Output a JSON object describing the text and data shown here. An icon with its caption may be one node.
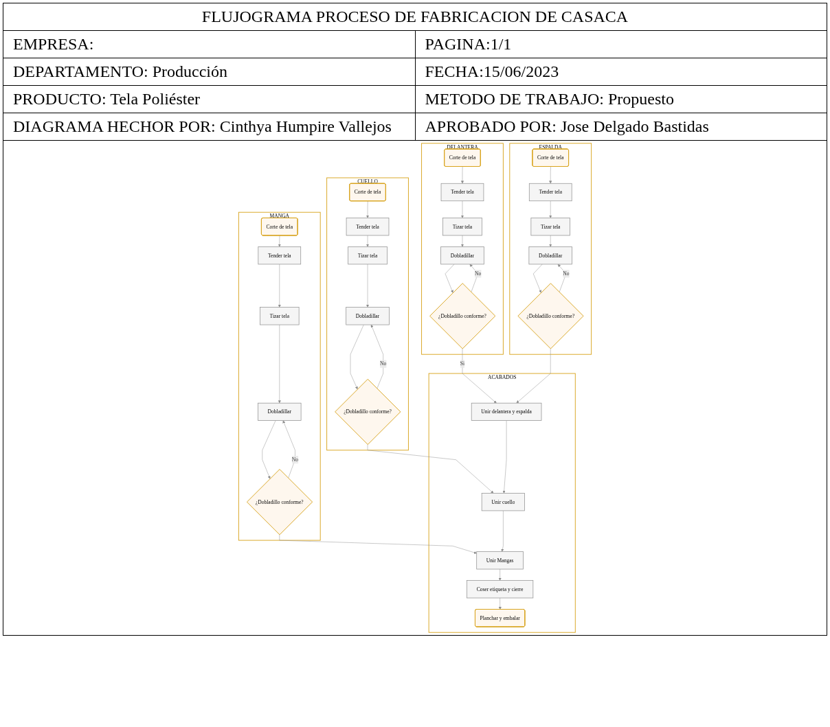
{
  "diagram": {
    "title": "FLUJOGRAMA PROCESO DE FABRICACION DE CASACA",
    "nodes": [
      {
        "text": [
          "MANGA"
        ]
      },
      {
        "text": [
          "Corte de tela"
        ],
        "in": 0
      },
      {
        "text": [
          "Tender tela"
        ],
        "in": 0
      },
      {
        "text": [
          "Tizar tela"
        ],
        "in": 0
      },
      {
        "text": [
          "Dobladillar"
        ],
        "in": 0
      },
      {
        "text": [
          "¿Dobladillo conforme?"
        ],
        "in": 0
      },
      {
        "text": [
          "CUELLO"
        ]
      },
      {
        "text": [
          "Corte de tela"
        ],
        "in": 6
      },
      {
        "text": [
          "Tender tela"
        ],
        "in": 6
      },
      {
        "text": [
          "Tizar tela"
        ],
        "in": 6
      },
      {
        "text": [
          "Dobladillar"
        ],
        "in": 6
      },
      {
        "text": [
          "¿Dobladillo conforme?"
        ],
        "in": 6
      },
      {
        "text": [
          "ESPALDA"
        ]
      },
      {
        "text": [
          "Corte de tela"
        ],
        "in": 12
      },
      {
        "text": [
          "Tender tela"
        ],
        "in": 12
      },
      {
        "text": [
          "Tizar tela"
        ],
        "in": 12
      },
      {
        "text": [
          "Dobladillar"
        ],
        "in": 12
      },
      {
        "text": [
          "¿Dobladillo conforme?"
        ],
        "in": 12
      },
      {
        "text": [
          "DELANTERA"
        ]
      },
      {
        "text": [
          "Corte de tela"
        ],
        "in": 18
      },
      {
        "text": [
          "Tender tela"
        ],
        "in": 18
      },
      {
        "text": [
          "Tizar tela"
        ],
        "in": 18
      },
      {
        "text": [
          "Dobladillar"
        ],
        "in": 18
      },
      {
        "text": [
          "¿Dobladillo conforme?"
        ],
        "in": 18
      },
      {
        "text": [
          "ACABADOS"
        ]
      },
      {
        "text": [
          "Unir delantera y espalda"
        ],
        "in": 24
      },
      {
        "text": [
          "Unir cuello"
        ],
        "in": 24
      },
      {
        "text": [
          "Unir Mangas"
        ],
        "in": 24
      },
      {
        "text": [
          "Coser etiqueta y cierre"
        ],
        "in": 24
      },
      {
        "text": [
          "Planchar y embalar"
        ],
        "in": 24
      }
    ],
    "edges": [
      {
        "from": 1,
        "to": 2,
        "arrow": "to"
      },
      {
        "from": 2,
        "to": 3,
        "arrow": "to"
      },
      {
        "from": 3,
        "to": 4,
        "arrow": "to"
      },
      {
        "from": 4,
        "to": 5,
        "arrow": "to"
      },
      {
        "from": 5,
        "to": 4,
        "arrow": "to",
        "label": "No"
      },
      {
        "from": 7,
        "to": 8,
        "arrow": "to"
      },
      {
        "from": 8,
        "to": 9,
        "arrow": "to"
      },
      {
        "from": 9,
        "to": 10,
        "arrow": "to"
      },
      {
        "from": 10,
        "to": 11,
        "arrow": "to"
      },
      {
        "from": 11,
        "to": 10,
        "arrow": "to",
        "label": "No"
      },
      {
        "from": 13,
        "to": 14,
        "arrow": "to"
      },
      {
        "from": 14,
        "to": 15,
        "arrow": "to"
      },
      {
        "from": 15,
        "to": 16,
        "arrow": "to"
      },
      {
        "from": 16,
        "to": 17,
        "arrow": "to"
      },
      {
        "from": 17,
        "to": 16,
        "arrow": "to",
        "label": "No"
      },
      {
        "from": 19,
        "to": 20,
        "arrow": "to"
      },
      {
        "from": 20,
        "to": 21,
        "arrow": "to"
      },
      {
        "from": 21,
        "to": 22,
        "arrow": "to"
      },
      {
        "from": 22,
        "to": 23,
        "arrow": "to"
      },
      {
        "from": 23,
        "to": 22,
        "arrow": "to",
        "label": "No"
      },
      {
        "from": 23,
        "to": 25,
        "arrow": "to",
        "label": "Si"
      },
      {
        "from": 17,
        "to": 25,
        "arrow": "to"
      },
      {
        "from": 11,
        "to": 26,
        "arrow": "to"
      },
      {
        "from": 5,
        "to": 27,
        "arrow": "to"
      },
      {
        "from": 25,
        "to": 26,
        "arrow": "to"
      },
      {
        "from": 26,
        "to": 27,
        "arrow": "to"
      },
      {
        "from": 27,
        "to": 28,
        "arrow": "to"
      },
      {
        "from": 28,
        "to": 29,
        "arrow": "to"
      }
    ],
    "labels": [
      "EMPRESA:",
      "PAGINA:1/1",
      "DEPARTAMENTO: Producción",
      "FECHA:15/06/2023",
      "PRODUCTO: Tela Poliéster",
      "METODO DE TRABAJO: Propuesto",
      "DIAGRAMA HECHOR POR: Cinthya Humpire Vallejos",
      "APROBADO POR: Jose Delgado Bastidas"
    ]
  }
}
